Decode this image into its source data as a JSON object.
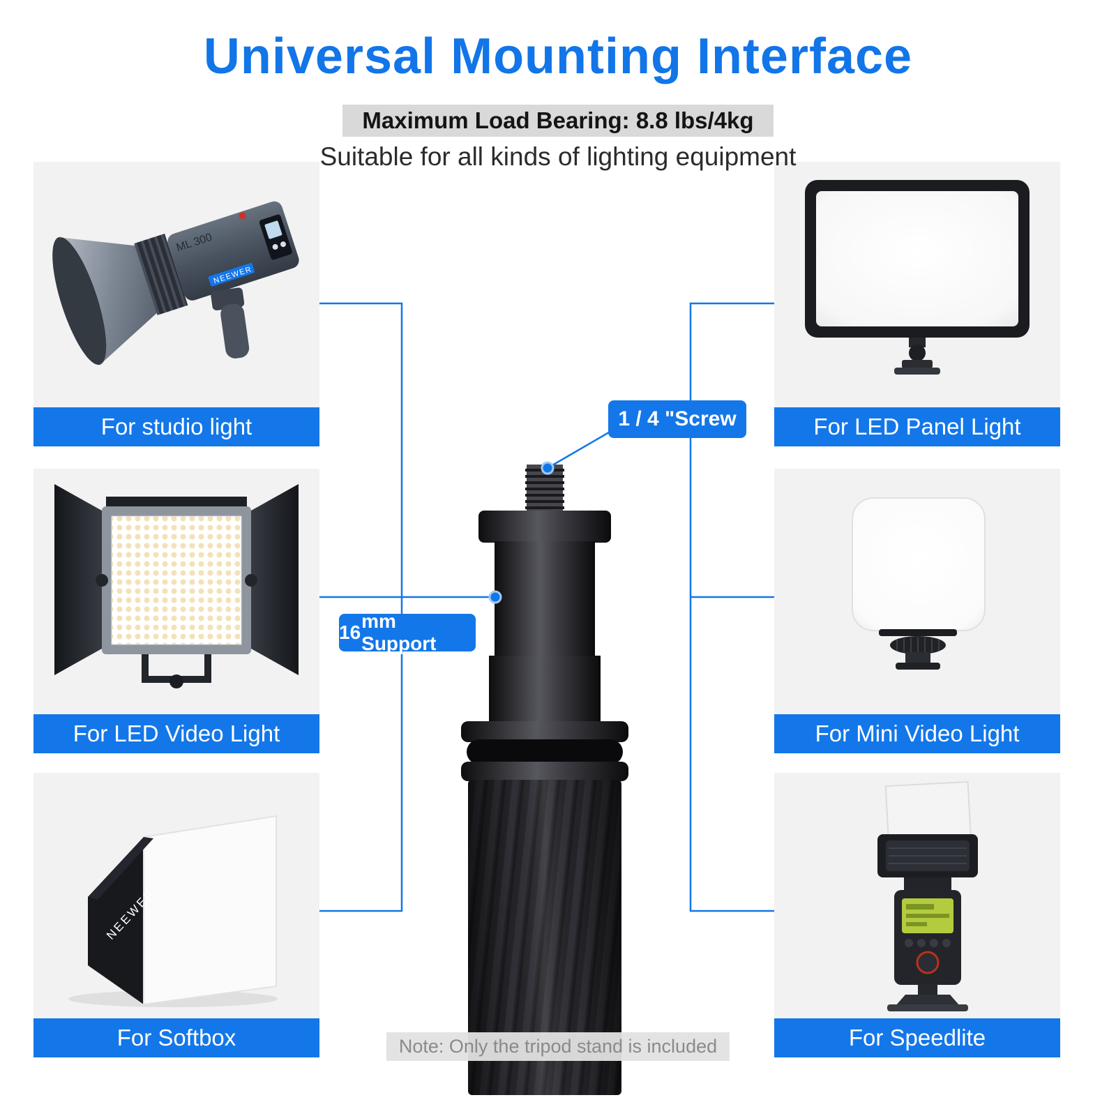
{
  "header": {
    "title": "Universal Mounting Interface",
    "load_bearing": "Maximum Load Bearing: 8.8 lbs/4kg",
    "subtitle": "Suitable for all kinds of lighting equipment"
  },
  "callouts": {
    "screw_label": "1 / 4 \"Screw",
    "support_bold": "16",
    "support_label": "mm Support"
  },
  "cards": {
    "left": [
      {
        "label": "For studio light"
      },
      {
        "label": "For LED Video Light"
      },
      {
        "label": "For Softbox"
      }
    ],
    "right": [
      {
        "label": "For LED Panel Light"
      },
      {
        "label": "For Mini Video Light"
      },
      {
        "label": "For Speedlite"
      }
    ]
  },
  "products": {
    "studio_model": "ML 300",
    "brand": "NEEWER"
  },
  "note": "Note: Only the tripod stand is included",
  "colors": {
    "accent_blue": "#1377e9",
    "title_blue": "#1275e8",
    "card_bg": "#f2f2f2",
    "badge_gray": "#d9d9d9",
    "note_bg": "#e2e2e2"
  }
}
